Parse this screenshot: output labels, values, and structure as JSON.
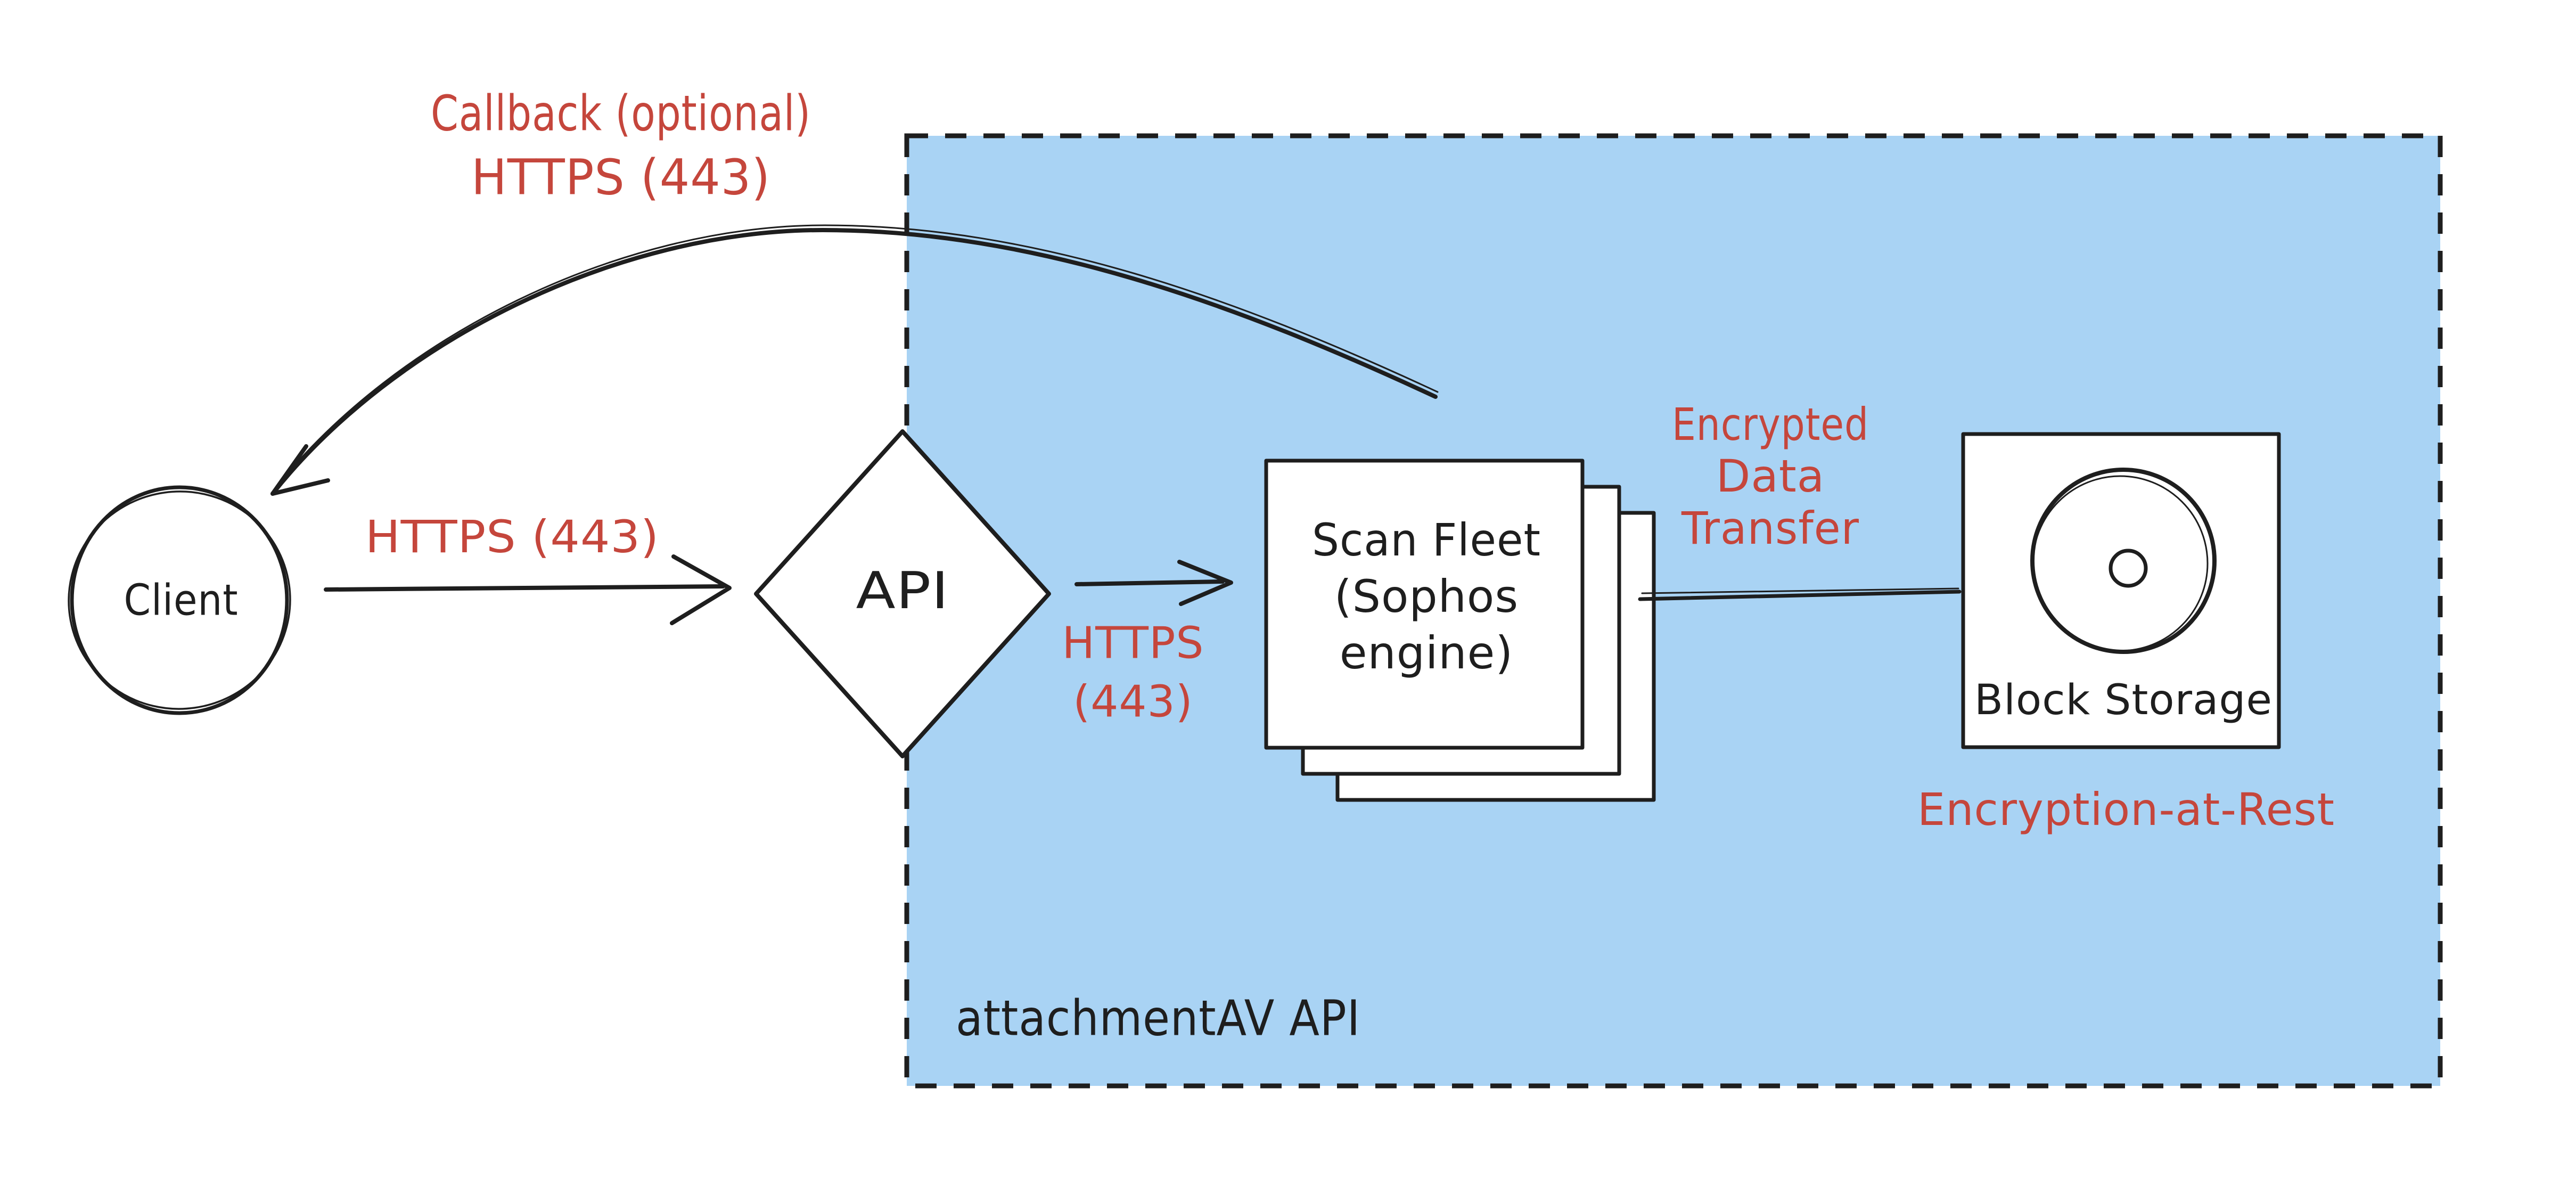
{
  "colors": {
    "background": "#ffffff",
    "ink": "#1e1e1e",
    "accent_red": "#c5463c",
    "container_fill": "#a9d3f4"
  },
  "container": {
    "label": "attachmentAV API"
  },
  "nodes": {
    "client": {
      "label": "Client",
      "shape": "circle"
    },
    "api": {
      "label": "API",
      "shape": "diamond"
    },
    "scan_fleet": {
      "label": "Scan Fleet (Sophos engine)",
      "lines": [
        "Scan Fleet",
        "(Sophos",
        "engine)"
      ],
      "shape": "stacked-rectangles"
    },
    "block_storage": {
      "label": "Block Storage",
      "shape": "rectangle",
      "icon": "disk-icon"
    }
  },
  "edges": {
    "client_to_api": {
      "label": "HTTPS (443)"
    },
    "api_to_scan_fleet": {
      "label_lines": [
        "HTTPS",
        "(443)"
      ]
    },
    "callback": {
      "label_lines": [
        "Callback (optional)",
        "HTTPS (443)"
      ]
    },
    "scan_fleet_to_block_storage": {
      "label_lines": [
        "Encrypted",
        "Data",
        "Transfer"
      ]
    },
    "block_storage_note": {
      "label": "Encryption-at-Rest"
    }
  }
}
